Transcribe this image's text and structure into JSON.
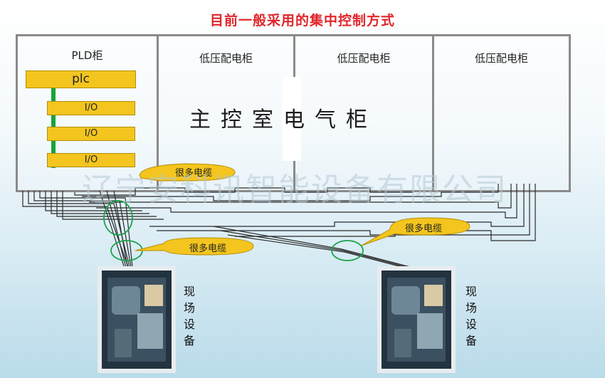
{
  "title": "目前一般采用的集中控制方式",
  "cabinets": [
    {
      "label": "PLD柜"
    },
    {
      "label": "低压配电柜"
    },
    {
      "label": "低压配电柜"
    },
    {
      "label": "低压配电柜"
    }
  ],
  "plc_label": "plc",
  "io_modules": [
    "I/O",
    "I/O",
    "I/O"
  ],
  "main_room_label": "主控室电气柜",
  "callouts": [
    "很多电缆",
    "很多电缆",
    "很多电缆"
  ],
  "field_equipment": [
    {
      "label": "现场设备"
    },
    {
      "label": "现场设备"
    }
  ],
  "watermark": "辽宁安科讯智能设备有限公司",
  "colors": {
    "title": "#e0262b",
    "module_fill": "#f3c51e",
    "bus": "#18a33a",
    "highlight_circle": "#19a34a",
    "cabinet_border": "#8a8a8a"
  }
}
